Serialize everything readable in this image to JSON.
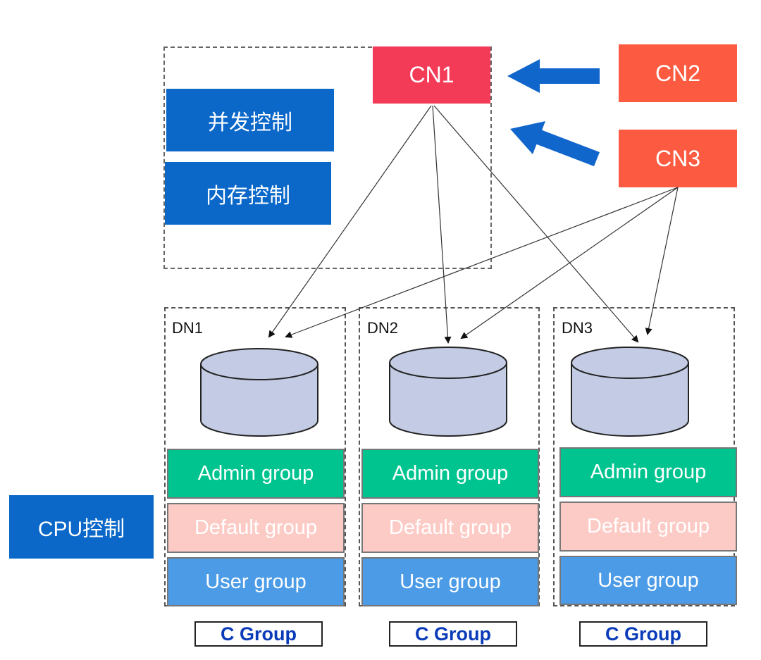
{
  "control_labels": {
    "concurrency": "并发控制",
    "memory": "内存控制",
    "cpu": "CPU控制"
  },
  "coordinators": {
    "cn1": "CN1",
    "cn2": "CN2",
    "cn3": "CN3"
  },
  "datanodes": [
    {
      "name": "DN1",
      "groups": [
        "Admin group",
        "Default group",
        "User group"
      ],
      "cgroup_label": "C Group"
    },
    {
      "name": "DN2",
      "groups": [
        "Admin group",
        "Default group",
        "User group"
      ],
      "cgroup_label": "C Group"
    },
    {
      "name": "DN3",
      "groups": [
        "Admin group",
        "Default group",
        "User group"
      ],
      "cgroup_label": "C Group"
    }
  ],
  "colors": {
    "control_blue": "#0b68c9",
    "cn1": "#f33a57",
    "cn2_cn3": "#fd5b41",
    "admin_group": "#00c48f",
    "default_group": "#fdcbc6",
    "user_group": "#4c9be6",
    "cylinder": "#c3cce4",
    "cgroup_text": "#0a3bb8"
  }
}
